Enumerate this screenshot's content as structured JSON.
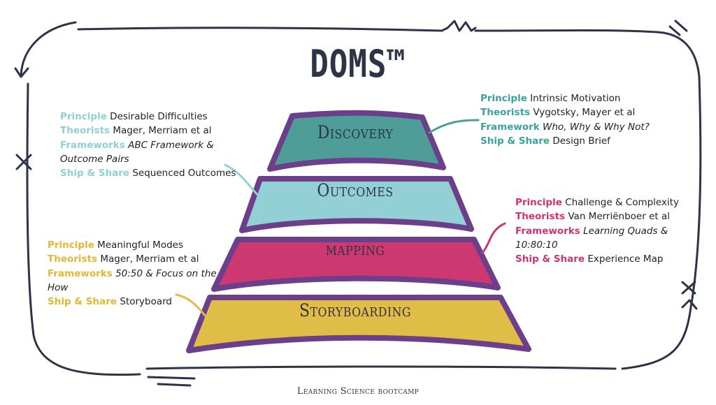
{
  "title": "DOMS™",
  "footer": "Learning Science bootcamp",
  "layers": [
    {
      "label": "Discovery",
      "color": "#4e9d99"
    },
    {
      "label": "Outcomes",
      "color": "#93d0d5"
    },
    {
      "label": "mapping",
      "color": "#cd3871"
    },
    {
      "label": "Storyboarding",
      "color": "#e0bd46"
    }
  ],
  "outline_color": "#6b3f8a",
  "annotations": {
    "discovery": {
      "principle_key": "Principle",
      "principle": "Intrinsic Motivation",
      "theorists_key": "Theorists",
      "theorists": "Vygotsky, Mayer et al",
      "framework_key": "Framework",
      "framework": "Who, Why & Why Not?",
      "ship_key": "Ship & Share",
      "ship": "Design Brief"
    },
    "outcomes": {
      "principle_key": "Principle",
      "principle": "Desirable Difficulties",
      "theorists_key": "Theorists",
      "theorists": "Mager, Merriam et al",
      "framework_key": "Frameworks",
      "framework_line1": "ABC Framework &",
      "framework_line2": "Outcome Pairs",
      "ship_key": "Ship & Share",
      "ship": "Sequenced Outcomes"
    },
    "mapping": {
      "principle_key": "Principle",
      "principle": "Challenge & Complexity",
      "theorists_key": "Theorists",
      "theorists": "Van Merriënboer et al",
      "framework_key": "Frameworks",
      "framework_line1": "Learning Quads &",
      "framework_line2": "10:80:10",
      "ship_key": "Ship & Share",
      "ship": "Experience Map"
    },
    "storyboarding": {
      "principle_key": "Principle",
      "principle": "Meaningful Modes",
      "theorists_key": "Theorists",
      "theorists": "Mager, Merriam et al",
      "framework_key": "Frameworks",
      "framework_line1": "50:50 & Focus on the",
      "framework_line2": "How",
      "ship_key": "Ship & Share",
      "ship": "Storyboard"
    }
  }
}
